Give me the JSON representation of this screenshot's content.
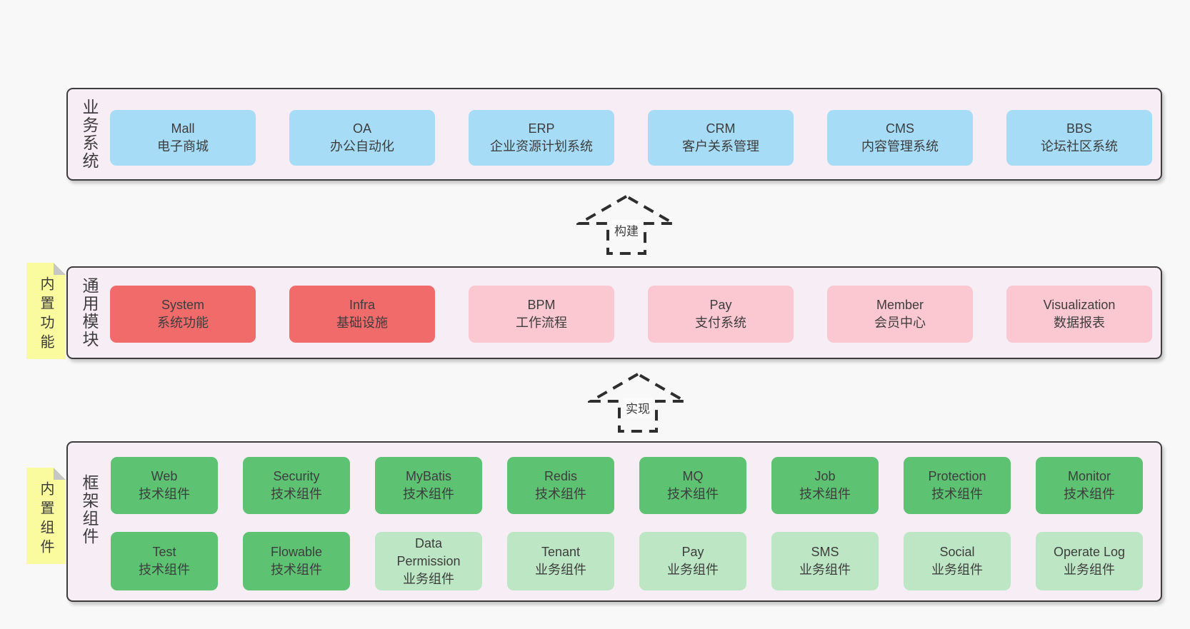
{
  "diagram": {
    "arrows": [
      {
        "label": "构建"
      },
      {
        "label": "实现"
      }
    ],
    "layers": [
      {
        "label": "业务系统",
        "boxes": [
          {
            "name": "Mall",
            "sub": "电子商城"
          },
          {
            "name": "OA",
            "sub": "办公自动化"
          },
          {
            "name": "ERP",
            "sub": "企业资源计划系统"
          },
          {
            "name": "CRM",
            "sub": "客户关系管理"
          },
          {
            "name": "CMS",
            "sub": "内容管理系统"
          },
          {
            "name": "BBS",
            "sub": "论坛社区系统"
          }
        ]
      },
      {
        "label": "通用模块",
        "note": "内置功能",
        "boxes": [
          {
            "name": "System",
            "sub": "系统功能"
          },
          {
            "name": "Infra",
            "sub": "基础设施"
          },
          {
            "name": "BPM",
            "sub": "工作流程"
          },
          {
            "name": "Pay",
            "sub": "支付系统"
          },
          {
            "name": "Member",
            "sub": "会员中心"
          },
          {
            "name": "Visualization",
            "sub": "数据报表"
          }
        ]
      },
      {
        "label": "框架组件",
        "note": "内置组件",
        "rows": [
          [
            {
              "name": "Web",
              "sub": "技术组件"
            },
            {
              "name": "Security",
              "sub": "技术组件"
            },
            {
              "name": "MyBatis",
              "sub": "技术组件"
            },
            {
              "name": "Redis",
              "sub": "技术组件"
            },
            {
              "name": "MQ",
              "sub": "技术组件"
            },
            {
              "name": "Job",
              "sub": "技术组件"
            },
            {
              "name": "Protection",
              "sub": "技术组件"
            },
            {
              "name": "Monitor",
              "sub": "技术组件"
            }
          ],
          [
            {
              "name": "Test",
              "sub": "技术组件"
            },
            {
              "name": "Flowable",
              "sub": "技术组件"
            },
            {
              "name": "Data Permission",
              "sub": "业务组件"
            },
            {
              "name": "Tenant",
              "sub": "业务组件"
            },
            {
              "name": "Pay",
              "sub": "业务组件"
            },
            {
              "name": "SMS",
              "sub": "业务组件"
            },
            {
              "name": "Social",
              "sub": "业务组件"
            },
            {
              "name": "Operate Log",
              "sub": "业务组件"
            }
          ]
        ]
      }
    ],
    "colors": {
      "page_bg": "#f8f8f8",
      "panel_bg": "#f7edf5",
      "panel_border": "#3d3d3d",
      "blue_box": "#a6dcf5",
      "red_box": "#f16b6b",
      "pink_box": "#fbc8d2",
      "green_box": "#5dc373",
      "light_green_box": "#bde7c4",
      "note_yellow": "#fafa9f",
      "note_fold": "#c6c6c6",
      "text": "#3d3d3d"
    }
  }
}
